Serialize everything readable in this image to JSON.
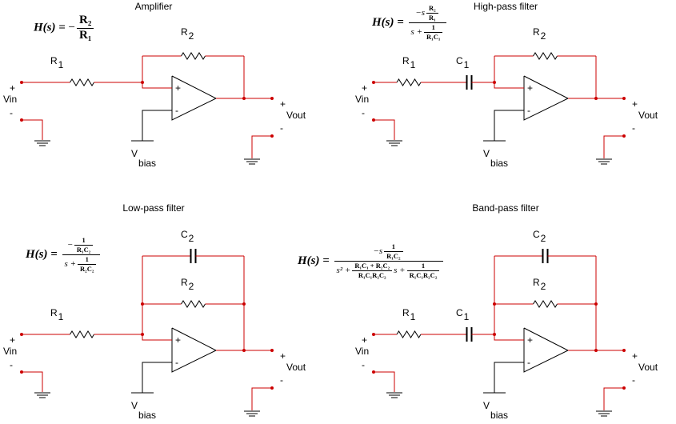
{
  "circuits": [
    {
      "title": "Amplifier",
      "r1_label": "R",
      "r1_sub": "1",
      "r2_label": "R",
      "r2_sub": "2",
      "vbias": "V",
      "vbias_sub": "bias",
      "vin": "Vin",
      "vout": "Vout",
      "plus": "+",
      "minus": "-"
    },
    {
      "title": "High-pass filter",
      "r1_label": "R",
      "r1_sub": "1",
      "c1_label": "C",
      "c1_sub": "1",
      "r2_label": "R",
      "r2_sub": "2",
      "vbias": "V",
      "vbias_sub": "bias",
      "vin": "Vin",
      "vout": "Vout",
      "plus": "+",
      "minus": "-"
    },
    {
      "title": "Low-pass filter",
      "r1_label": "R",
      "r1_sub": "1",
      "c2_label": "C",
      "c2_sub": "2",
      "r2_label": "R",
      "r2_sub": "2",
      "vbias": "V",
      "vbias_sub": "bias",
      "vin": "Vin",
      "vout": "Vout",
      "plus": "+",
      "minus": "-"
    },
    {
      "title": "Band-pass filter",
      "r1_label": "R",
      "r1_sub": "1",
      "c1_label": "C",
      "c1_sub": "1",
      "c2_label": "C",
      "c2_sub": "2",
      "r2_label": "R",
      "r2_sub": "2",
      "vbias": "V",
      "vbias_sub": "bias",
      "vin": "Vin",
      "vout": "Vout",
      "plus": "+",
      "minus": "-"
    }
  ],
  "formulas": {
    "lhs": "H(s) =",
    "amp_sign": "−",
    "amp_num": "R₂",
    "amp_den": "R₁",
    "hp_num_prefix": "−s",
    "hp_num_frac_num": "R₂",
    "hp_num_frac_den": "R₁",
    "hp_den_prefix": "s +",
    "hp_den_frac_num": "1",
    "hp_den_frac_den": "R₁C₁",
    "lp_num_prefix": "−",
    "lp_num_frac_num": "1",
    "lp_num_frac_den": "R₁C₂",
    "lp_den_prefix": "s +",
    "lp_den_frac_num": "1",
    "lp_den_frac_den": "R₂C₂",
    "bp_num_prefix": "−s",
    "bp_num_frac_num": "1",
    "bp_num_frac_den": "R₁C₂",
    "bp_den_prefix": "s² +",
    "bp_den_frac1_num": "R₁C₁ + R₂C₂",
    "bp_den_frac1_den": "R₁C₁R₂C₂",
    "bp_den_mid": "s +",
    "bp_den_frac2_num": "1",
    "bp_den_frac2_den": "R₁C₁R₂C₂"
  },
  "colors": {
    "wire": "#cc0000",
    "component": "#000000",
    "node": "#cc0000"
  }
}
